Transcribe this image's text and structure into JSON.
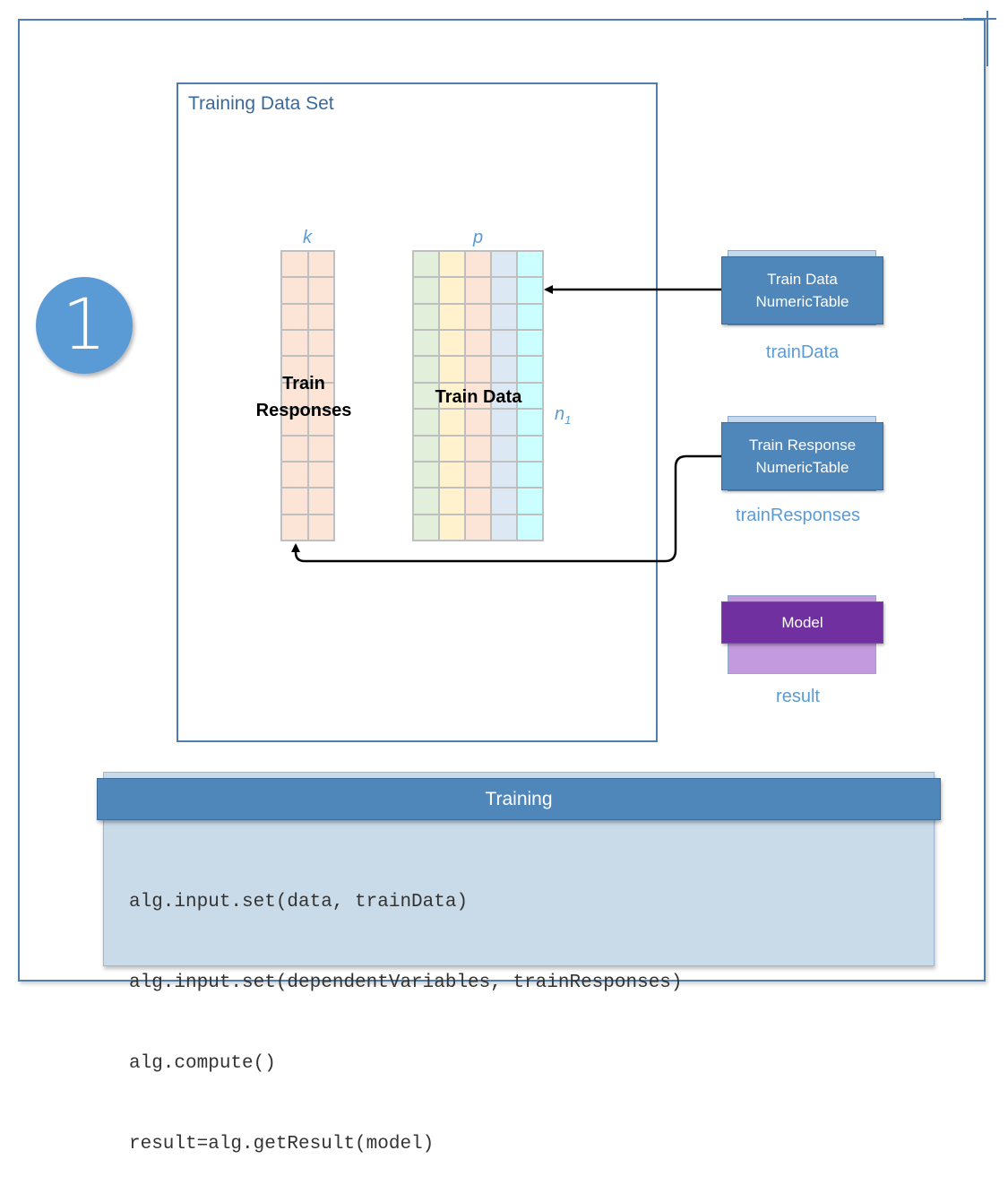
{
  "step_number": "1",
  "dataset": {
    "title": "Training Data Set",
    "train_responses": {
      "label_line1": "Train",
      "label_line2": "Responses",
      "dim_label": "k",
      "columns": 2,
      "rows": 11,
      "column_colors": [
        "#fce4d6",
        "#fce4d6"
      ]
    },
    "train_data": {
      "label": "Train Data",
      "dim_label": "p",
      "rows_label": "n",
      "rows_label_sub": "1",
      "columns": 5,
      "rows": 11,
      "column_colors": [
        "#e2efda",
        "#fff2cc",
        "#fce4d6",
        "#dde8f5",
        "#ccffff"
      ]
    }
  },
  "tables": [
    {
      "line1": "Train Data",
      "line2": "NumericTable",
      "var_name": "trainData",
      "front_color": "#4f87bb",
      "back_color": "#c5d9ec"
    },
    {
      "line1": "Train Response",
      "line2": "NumericTable",
      "var_name": "trainResponses",
      "front_color": "#4f87bb",
      "back_color": "#c5d9ec"
    },
    {
      "line1": "Model",
      "line2": "",
      "var_name": "result",
      "front_color": "#7030a0",
      "back_color": "#c39ade"
    }
  ],
  "training": {
    "title": "Training",
    "code_lines": [
      "alg.input.set(data, trainData)",
      "alg.input.set(dependentVariables, trainResponses)",
      "alg.compute()",
      "result=alg.getResult(model)"
    ]
  }
}
